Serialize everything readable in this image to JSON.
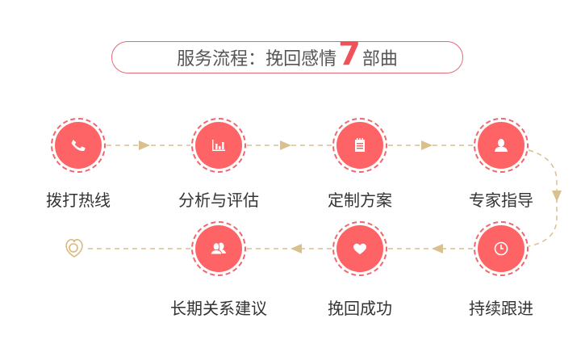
{
  "title": {
    "prefix": "服务流程：挽回感情",
    "number": "7",
    "suffix": "部曲"
  },
  "steps": [
    {
      "label": "拨打热线",
      "icon": "phone-icon"
    },
    {
      "label": "分析与评估",
      "icon": "bar-chart-icon"
    },
    {
      "label": "定制方案",
      "icon": "notepad-icon"
    },
    {
      "label": "专家指导",
      "icon": "user-icon"
    },
    {
      "label": "持续跟进",
      "icon": "clock-icon"
    },
    {
      "label": "挽回成功",
      "icon": "heart-icon"
    },
    {
      "label": "长期关系建议",
      "icon": "users-icon"
    }
  ],
  "colors": {
    "accent": "#fe6466",
    "line": "#d9c08e",
    "text": "#333333"
  }
}
